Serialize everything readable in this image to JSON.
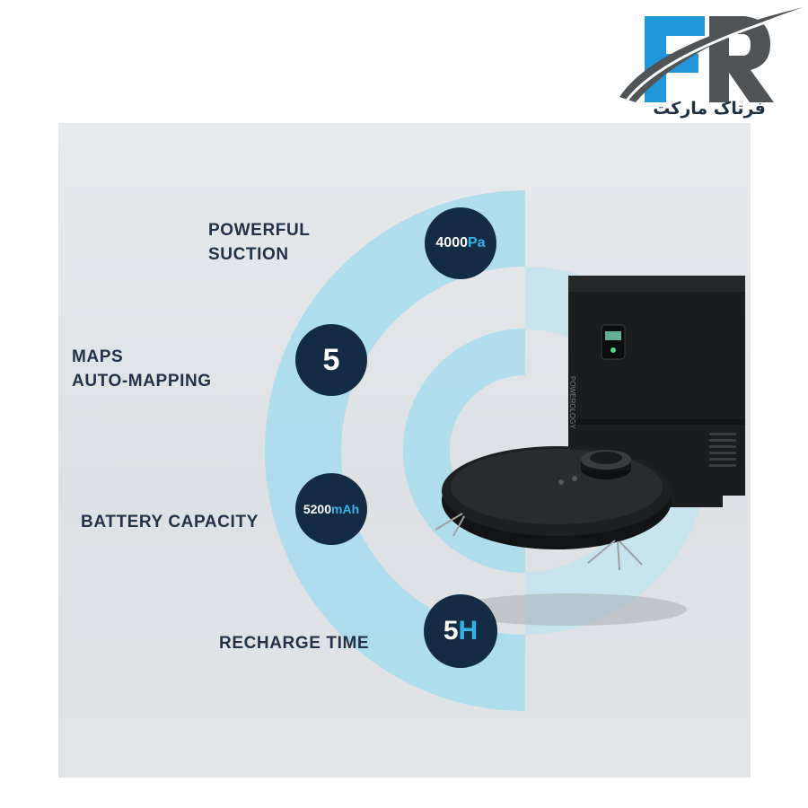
{
  "brand": {
    "logo_letters": "FR",
    "tagline": "فرتاک مارکت",
    "colors": {
      "blue": "#2196d9",
      "gray": "#515457",
      "navy": "#1f3042"
    }
  },
  "features": [
    {
      "label_line1": "POWERFUL",
      "label_line2": "SUCTION",
      "badge_value": "4000",
      "badge_unit": "Pa"
    },
    {
      "label_line1": "MAPS",
      "label_line2": "AUTO-MAPPING",
      "badge_value": "5",
      "badge_unit": ""
    },
    {
      "label_line1": "BATTERY CAPACITY",
      "label_line2": "",
      "badge_value": "5200",
      "badge_unit": "mAh"
    },
    {
      "label_line1": "RECHARGE TIME",
      "label_line2": "",
      "badge_value": "5",
      "badge_unit": "H"
    }
  ],
  "product": {
    "dock_brand_text": "POWEROLOGY",
    "icon": "robot-vacuum-with-dock"
  },
  "colors": {
    "panel_bg": "#e3e6e9",
    "accent_arc": "#a8dcec",
    "badge_bg": "#132c44",
    "badge_unit": "#35b3e4",
    "label_text": "#223349"
  }
}
